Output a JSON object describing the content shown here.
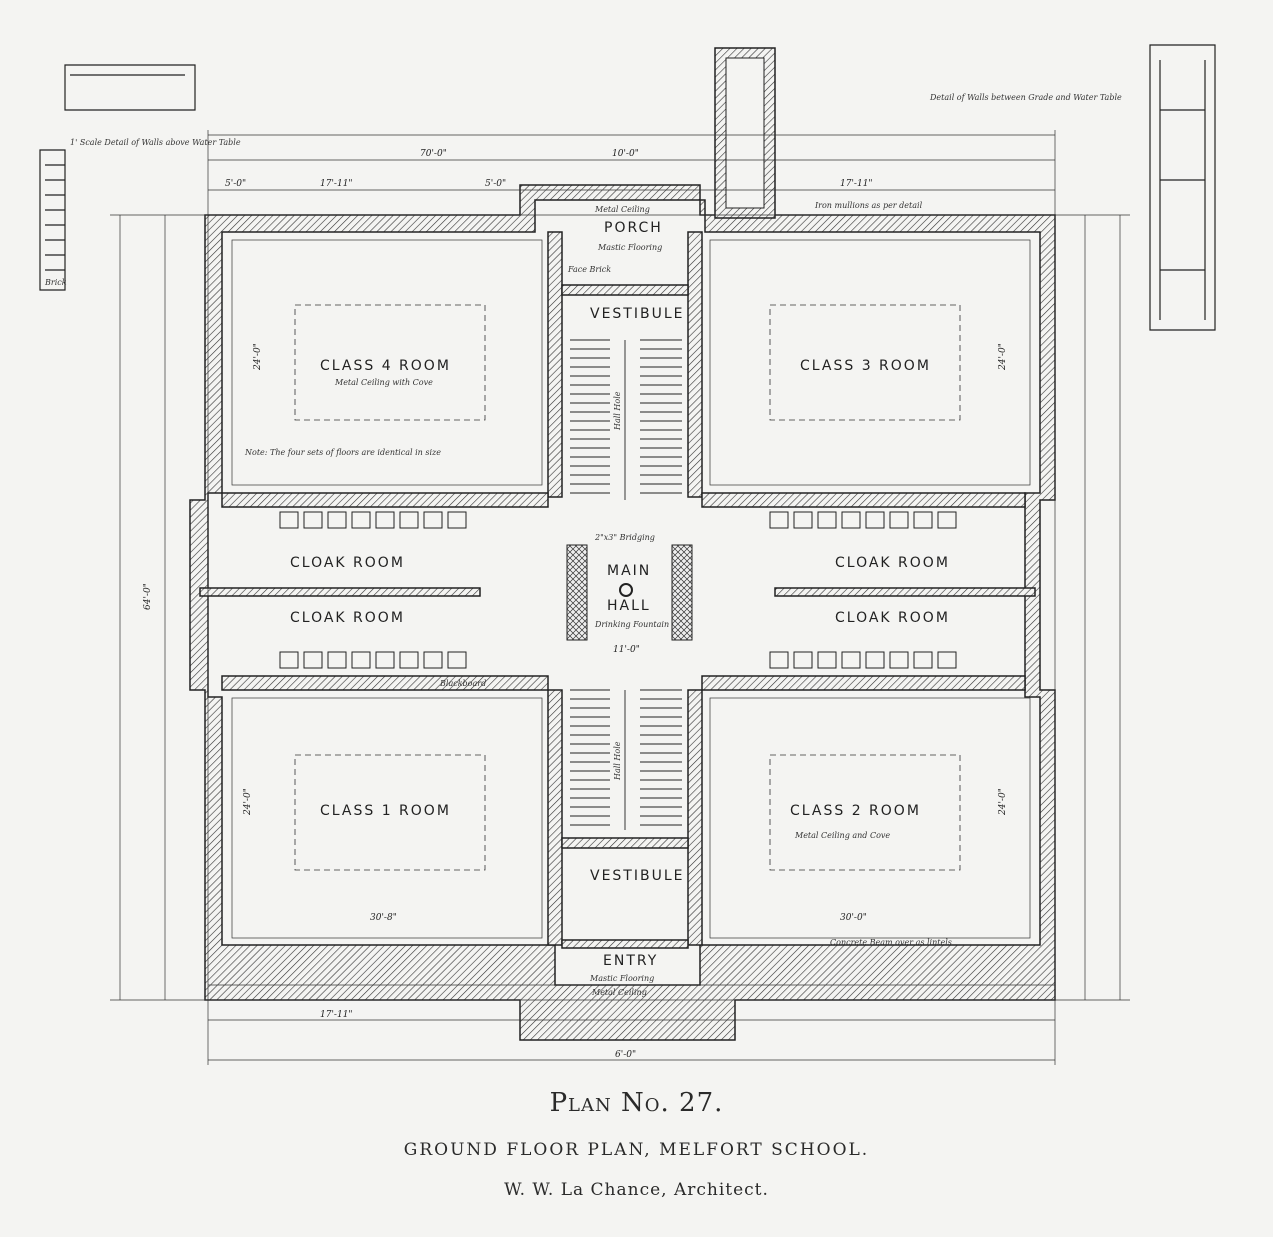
{
  "caption": {
    "plan_number": "Plan No. 27.",
    "title": "GROUND FLOOR PLAN, MELFORT SCHOOL.",
    "architect": "W. W. La Chance, Architect."
  },
  "rooms": {
    "class4": "CLASS 4 ROOM",
    "class3": "CLASS 3 ROOM",
    "class1": "CLASS 1 ROOM",
    "class2": "CLASS 2 ROOM",
    "cloak_nw": "CLOAK ROOM",
    "cloak_sw": "CLOAK ROOM",
    "cloak_ne": "CLOAK ROOM",
    "cloak_se": "CLOAK ROOM",
    "porch": "PORCH",
    "vestibule_top": "VESTIBULE",
    "main_hall_1": "MAIN",
    "main_hall_2": "HALL",
    "vestibule_bottom": "VESTIBULE",
    "entry": "ENTRY"
  },
  "notes": {
    "class4_ceiling": "Metal Ceiling with Cove",
    "class2_ceiling": "Metal Ceiling and Cove",
    "porch_ceiling": "Metal Ceiling",
    "porch_floor": "Mastic Flooring",
    "entry_floor": "Mastic Flooring",
    "entry_ceiling": "Metal Ceiling",
    "face_brick": "Face Brick",
    "bridging": "2\"x3\" Bridging",
    "fountain": "Drinking Fountain",
    "hall_hole_1": "Hall Hole",
    "hall_hole_2": "Hall Hole",
    "blackboard": "Blackboard",
    "detail_left": "1' Scale Detail of Walls above Water Table",
    "detail_right": "Detail of Walls between Grade and Water Table",
    "iron_mullions": "Iron mullions as per detail",
    "concrete_beam": "Concrete Beam over as lintels",
    "four_sets": "Note: The four sets of floors are identical in size",
    "brick": "Brick"
  },
  "dimensions": {
    "overall_width": "70'-0\"",
    "overall_depth": "64'-0\"",
    "wing_top_left": "17'-11\"",
    "wing_top_right": "17'-11\"",
    "bay_left": "5'-0\"",
    "bay_right": "5'-0\"",
    "porch": "10'-0\"",
    "class1_width": "30'-8\"",
    "class2_width": "30'-0\"",
    "hall_width": "11'-0\"",
    "room_depth_nw": "24'-0\"",
    "room_depth_ne": "24'-0\"",
    "room_depth_sw": "24'-0\"",
    "room_depth_se": "24'-0\"",
    "bottom_left": "17'-11\"",
    "bottom_mid": "6'-0\""
  }
}
